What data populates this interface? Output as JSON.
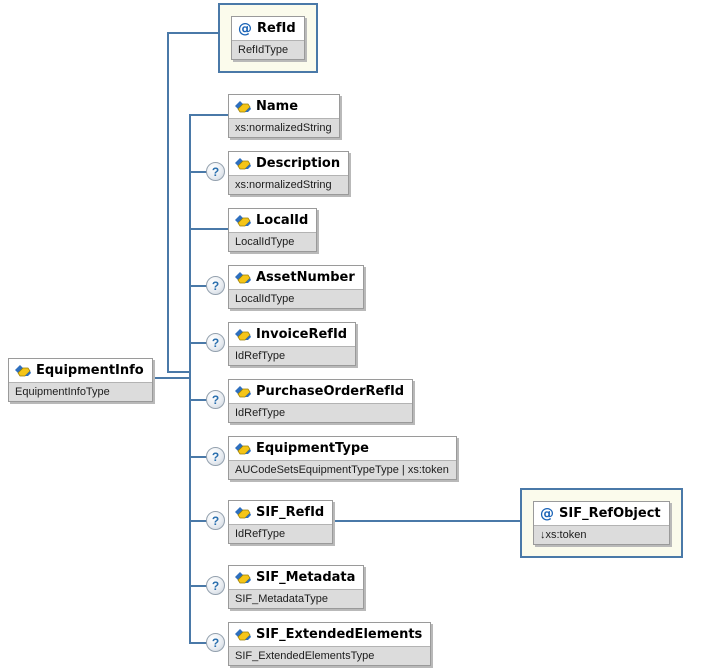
{
  "diagram": {
    "title": "EquipmentInfo XML schema diagram",
    "markers": {
      "optional": "?",
      "attribute": "@"
    },
    "colors": {
      "connector": "#4a79a8",
      "container_fill": "#fbfbec",
      "container_border": "#4a79a8",
      "node_border": "#9a9a9a",
      "node_sub_fill": "#dcdcdc",
      "attribute_marker": "#1b64b7",
      "element_icon_blue": "#2e6fbe",
      "element_icon_yellow": "#f5c518"
    },
    "root": {
      "label": "EquipmentInfo",
      "type": "EquipmentInfoType"
    },
    "refid_attribute": {
      "marker": "@",
      "label": "RefId",
      "type": "RefIdType"
    },
    "refobject_attribute": {
      "marker": "@",
      "label": "SIF_RefObject",
      "type": "↓xs:token"
    },
    "children": [
      {
        "label": "Name",
        "type": "xs:normalizedString",
        "optional": false
      },
      {
        "label": "Description",
        "type": "xs:normalizedString",
        "optional": true
      },
      {
        "label": "LocalId",
        "type": "LocalIdType",
        "optional": false
      },
      {
        "label": "AssetNumber",
        "type": "LocalIdType",
        "optional": true
      },
      {
        "label": "InvoiceRefId",
        "type": "IdRefType",
        "optional": true
      },
      {
        "label": "PurchaseOrderRefId",
        "type": "IdRefType",
        "optional": true
      },
      {
        "label": "EquipmentType",
        "type": "AUCodeSetsEquipmentTypeType | xs:token",
        "optional": true
      },
      {
        "label": "SIF_RefId",
        "type": "IdRefType",
        "optional": true
      },
      {
        "label": "SIF_Metadata",
        "type": "SIF_MetadataType",
        "optional": true
      },
      {
        "label": "SIF_ExtendedElements",
        "type": "SIF_ExtendedElementsType",
        "optional": true
      }
    ]
  }
}
